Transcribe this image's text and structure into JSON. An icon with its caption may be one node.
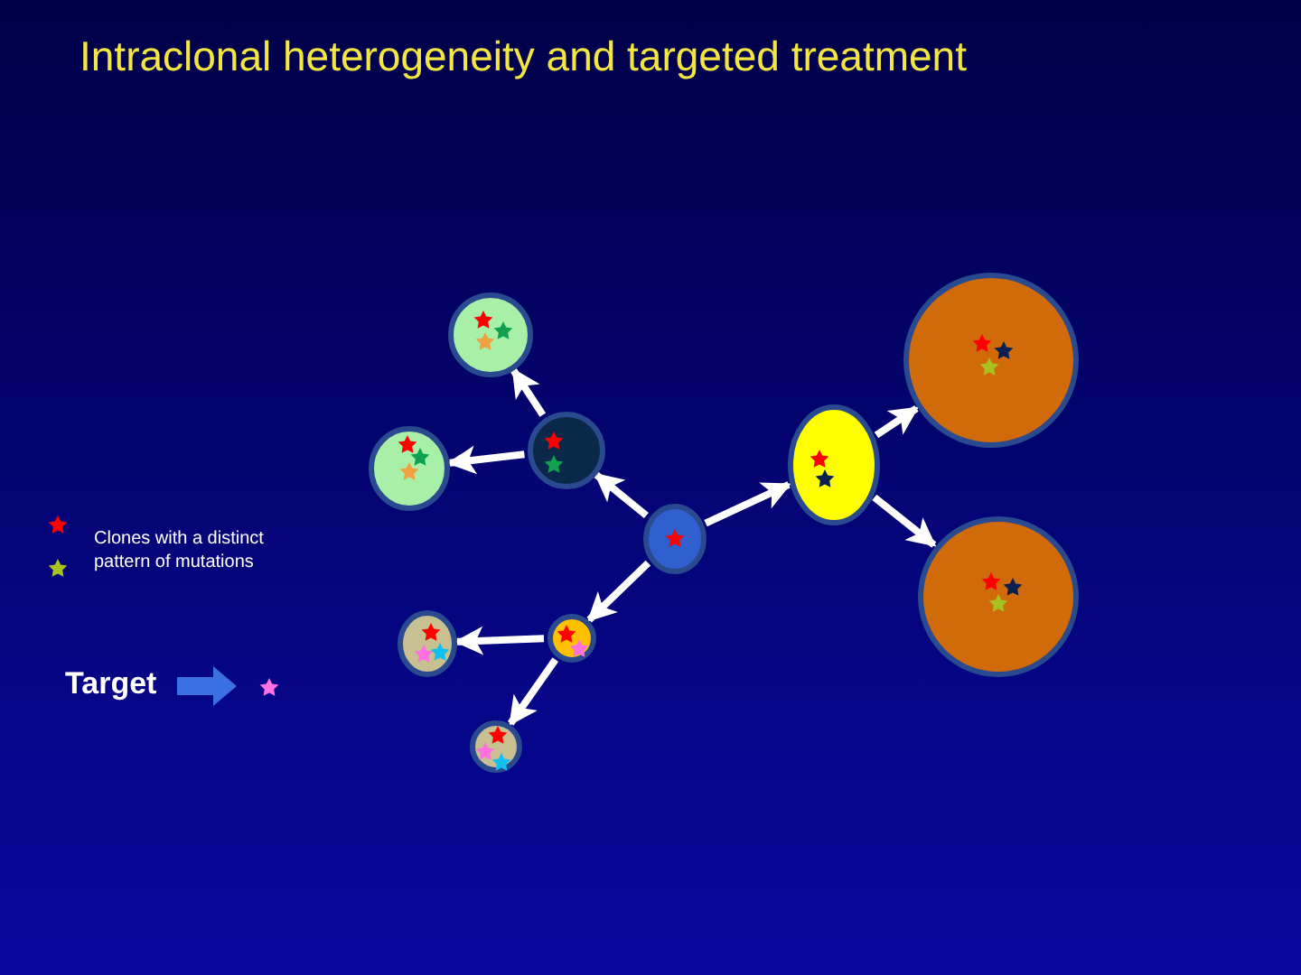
{
  "diagram": {
    "title": "Intraclonal heterogeneity and targeted treatment",
    "nodes": [
      {
        "text": [],
        "shape": "circle"
      },
      {
        "text": [],
        "shape": "circle"
      },
      {
        "text": [],
        "shape": "circle"
      },
      {
        "text": [],
        "shape": "circle"
      },
      {
        "text": [],
        "shape": "circle"
      },
      {
        "text": [],
        "shape": "circle"
      },
      {
        "text": [],
        "shape": "circle"
      },
      {
        "text": [],
        "shape": "circle"
      },
      {
        "text": [],
        "shape": "circle"
      },
      {
        "text": [],
        "shape": "circle"
      }
    ],
    "edges": [
      {
        "from": 6,
        "to": 4,
        "arrow": "to"
      },
      {
        "from": 4,
        "to": 2,
        "arrow": "to"
      },
      {
        "from": 4,
        "to": 0,
        "arrow": "to"
      },
      {
        "from": 6,
        "to": 7,
        "arrow": "to"
      },
      {
        "from": 7,
        "to": 8,
        "arrow": "to"
      },
      {
        "from": 7,
        "to": 9,
        "arrow": "to"
      },
      {
        "from": 6,
        "to": 5,
        "arrow": "to"
      },
      {
        "from": 5,
        "to": 1,
        "arrow": "to"
      },
      {
        "from": 5,
        "to": 3,
        "arrow": "to"
      }
    ],
    "legend": [
      {
        "text": "Clones with a distinct pattern of mutations"
      },
      {
        "text": "Target"
      }
    ]
  }
}
